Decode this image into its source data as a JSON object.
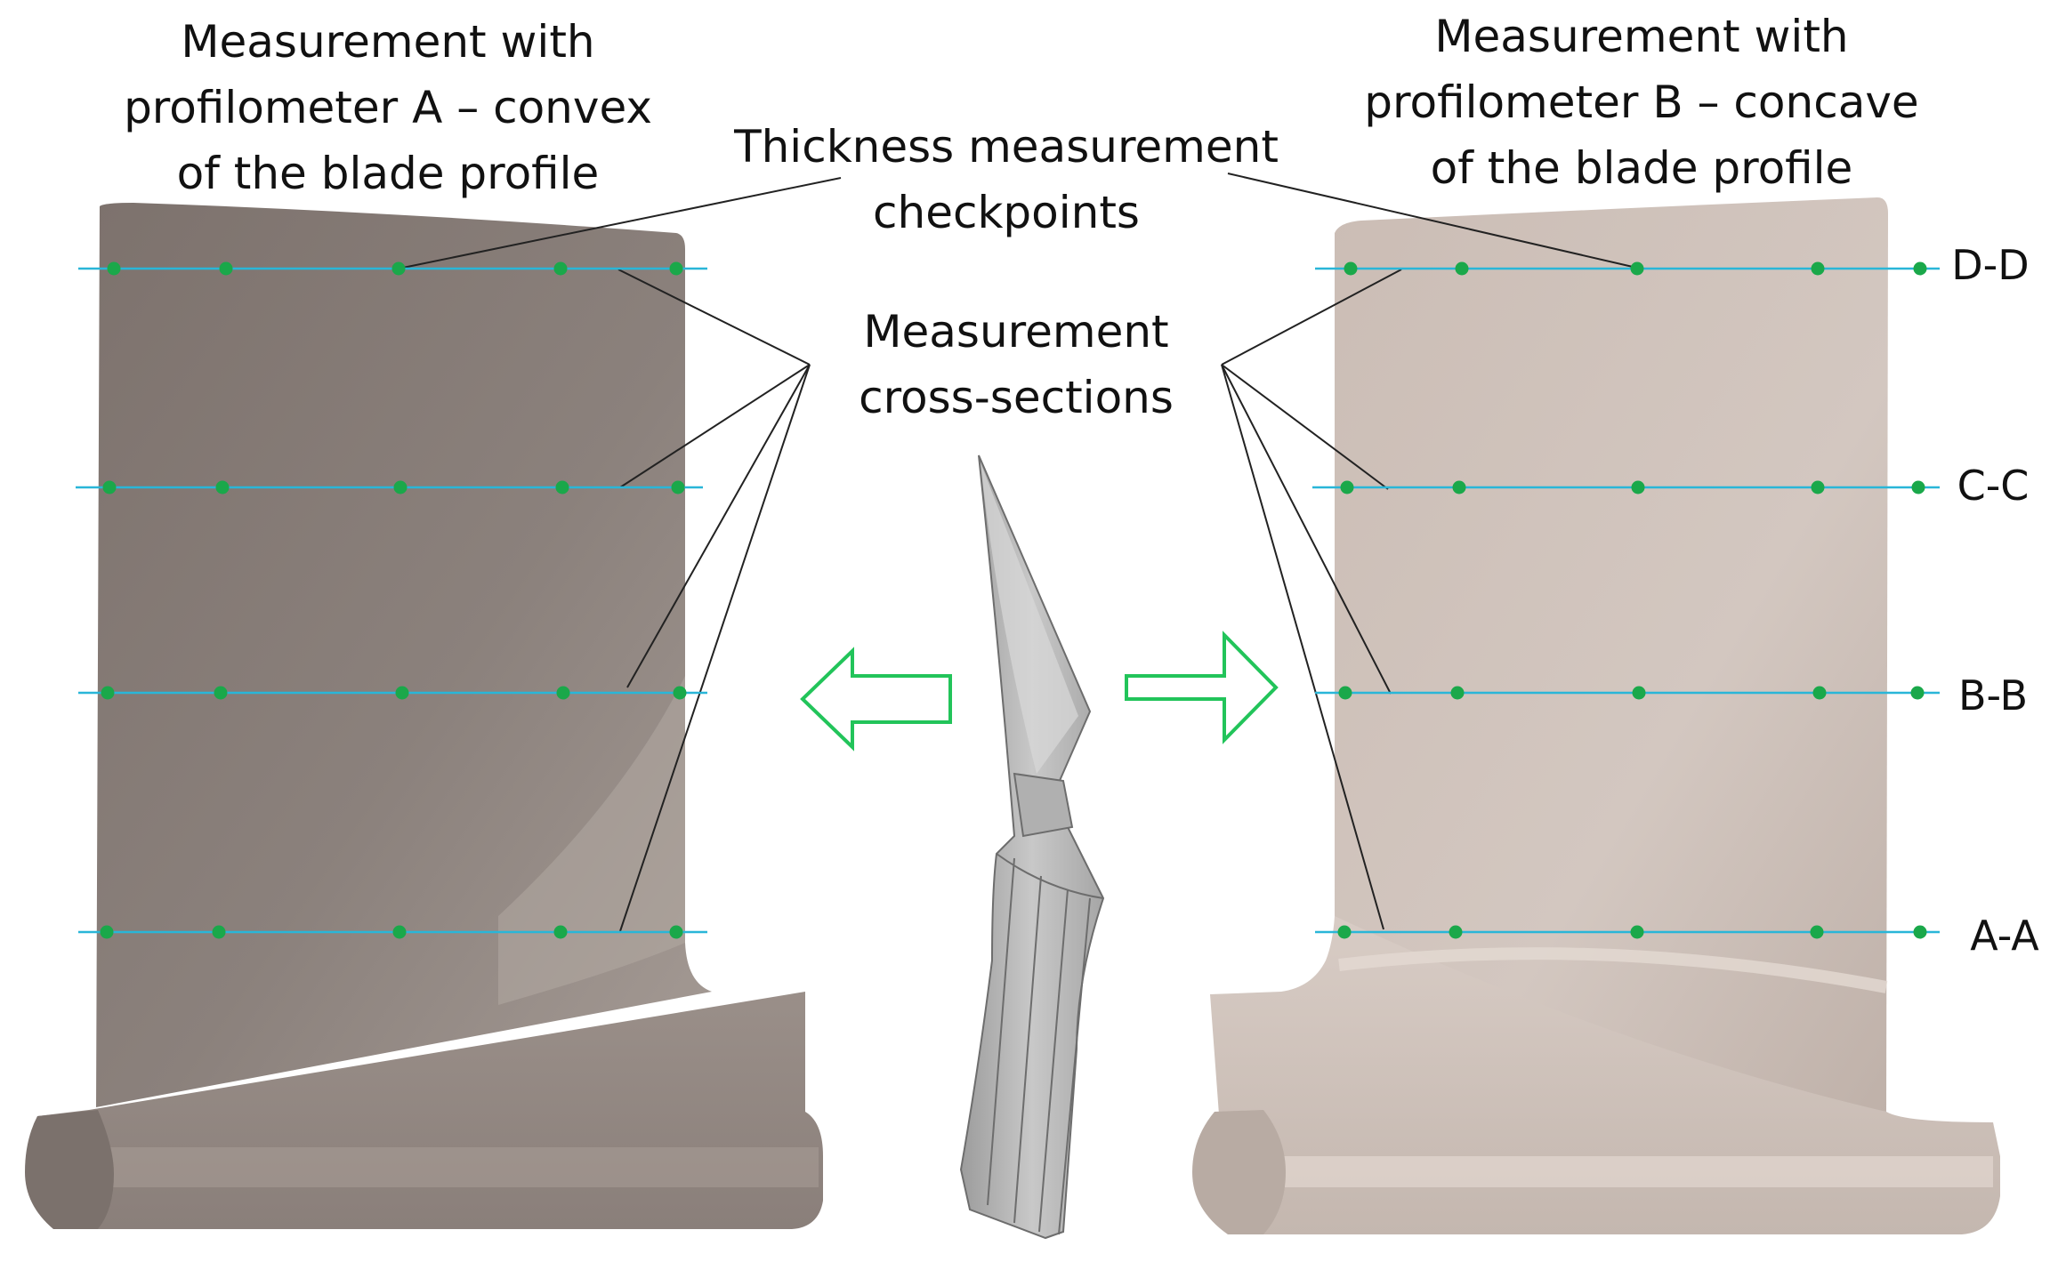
{
  "labels": {
    "left_title": [
      "Measurement with",
      "profilometer A – convex",
      "of the blade profile"
    ],
    "right_title": [
      "Measurement with",
      "profilometer B – concave",
      "of the blade profile"
    ],
    "checkpoints": [
      "Thickness measurement",
      "checkpoints"
    ],
    "cross_sections": [
      "Measurement",
      "cross-sections"
    ]
  },
  "sections": [
    "D-D",
    "C-C",
    "B-B",
    "A-A"
  ],
  "points_per_section": 5,
  "colors": {
    "section_line": "#29b6d8",
    "checkpoint": "#1aa84a",
    "arrow": "#22c45a",
    "blade_left": "#8a7f7a",
    "blade_right": "#cdc0b8",
    "leader": "#222222",
    "blade_3d": "#b8b8b8"
  }
}
